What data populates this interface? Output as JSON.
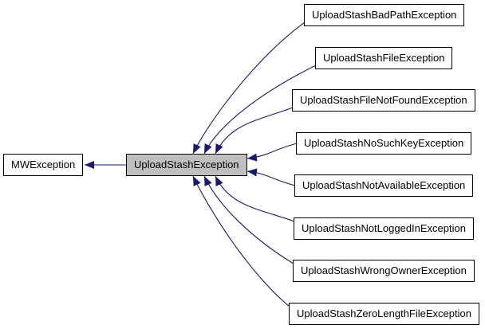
{
  "diagram": {
    "type": "class-inheritance-graph",
    "base": {
      "label": "MWException"
    },
    "center": {
      "label": "UploadStashException"
    },
    "derived": [
      {
        "label": "UploadStashBadPathException"
      },
      {
        "label": "UploadStashFileException"
      },
      {
        "label": "UploadStashFileNotFoundException"
      },
      {
        "label": "UploadStashNoSuchKeyException"
      },
      {
        "label": "UploadStashNotAvailableException"
      },
      {
        "label": "UploadStashNotLoggedInException"
      },
      {
        "label": "UploadStashWrongOwnerException"
      },
      {
        "label": "UploadStashZeroLengthFileException"
      }
    ],
    "edges": [
      {
        "from": "UploadStashException",
        "to": "MWException",
        "relation": "inherits"
      },
      {
        "from": "UploadStashBadPathException",
        "to": "UploadStashException",
        "relation": "inherits"
      },
      {
        "from": "UploadStashFileException",
        "to": "UploadStashException",
        "relation": "inherits"
      },
      {
        "from": "UploadStashFileNotFoundException",
        "to": "UploadStashException",
        "relation": "inherits"
      },
      {
        "from": "UploadStashNoSuchKeyException",
        "to": "UploadStashException",
        "relation": "inherits"
      },
      {
        "from": "UploadStashNotAvailableException",
        "to": "UploadStashException",
        "relation": "inherits"
      },
      {
        "from": "UploadStashNotLoggedInException",
        "to": "UploadStashException",
        "relation": "inherits"
      },
      {
        "from": "UploadStashWrongOwnerException",
        "to": "UploadStashException",
        "relation": "inherits"
      },
      {
        "from": "UploadStashZeroLengthFileException",
        "to": "UploadStashException",
        "relation": "inherits"
      }
    ],
    "colors": {
      "edge": "#191970",
      "node_fill": "#ffffff",
      "node_border": "#000000",
      "highlight_fill": "#bfbfbf",
      "text": "#000000",
      "background": "#ffffff"
    }
  }
}
